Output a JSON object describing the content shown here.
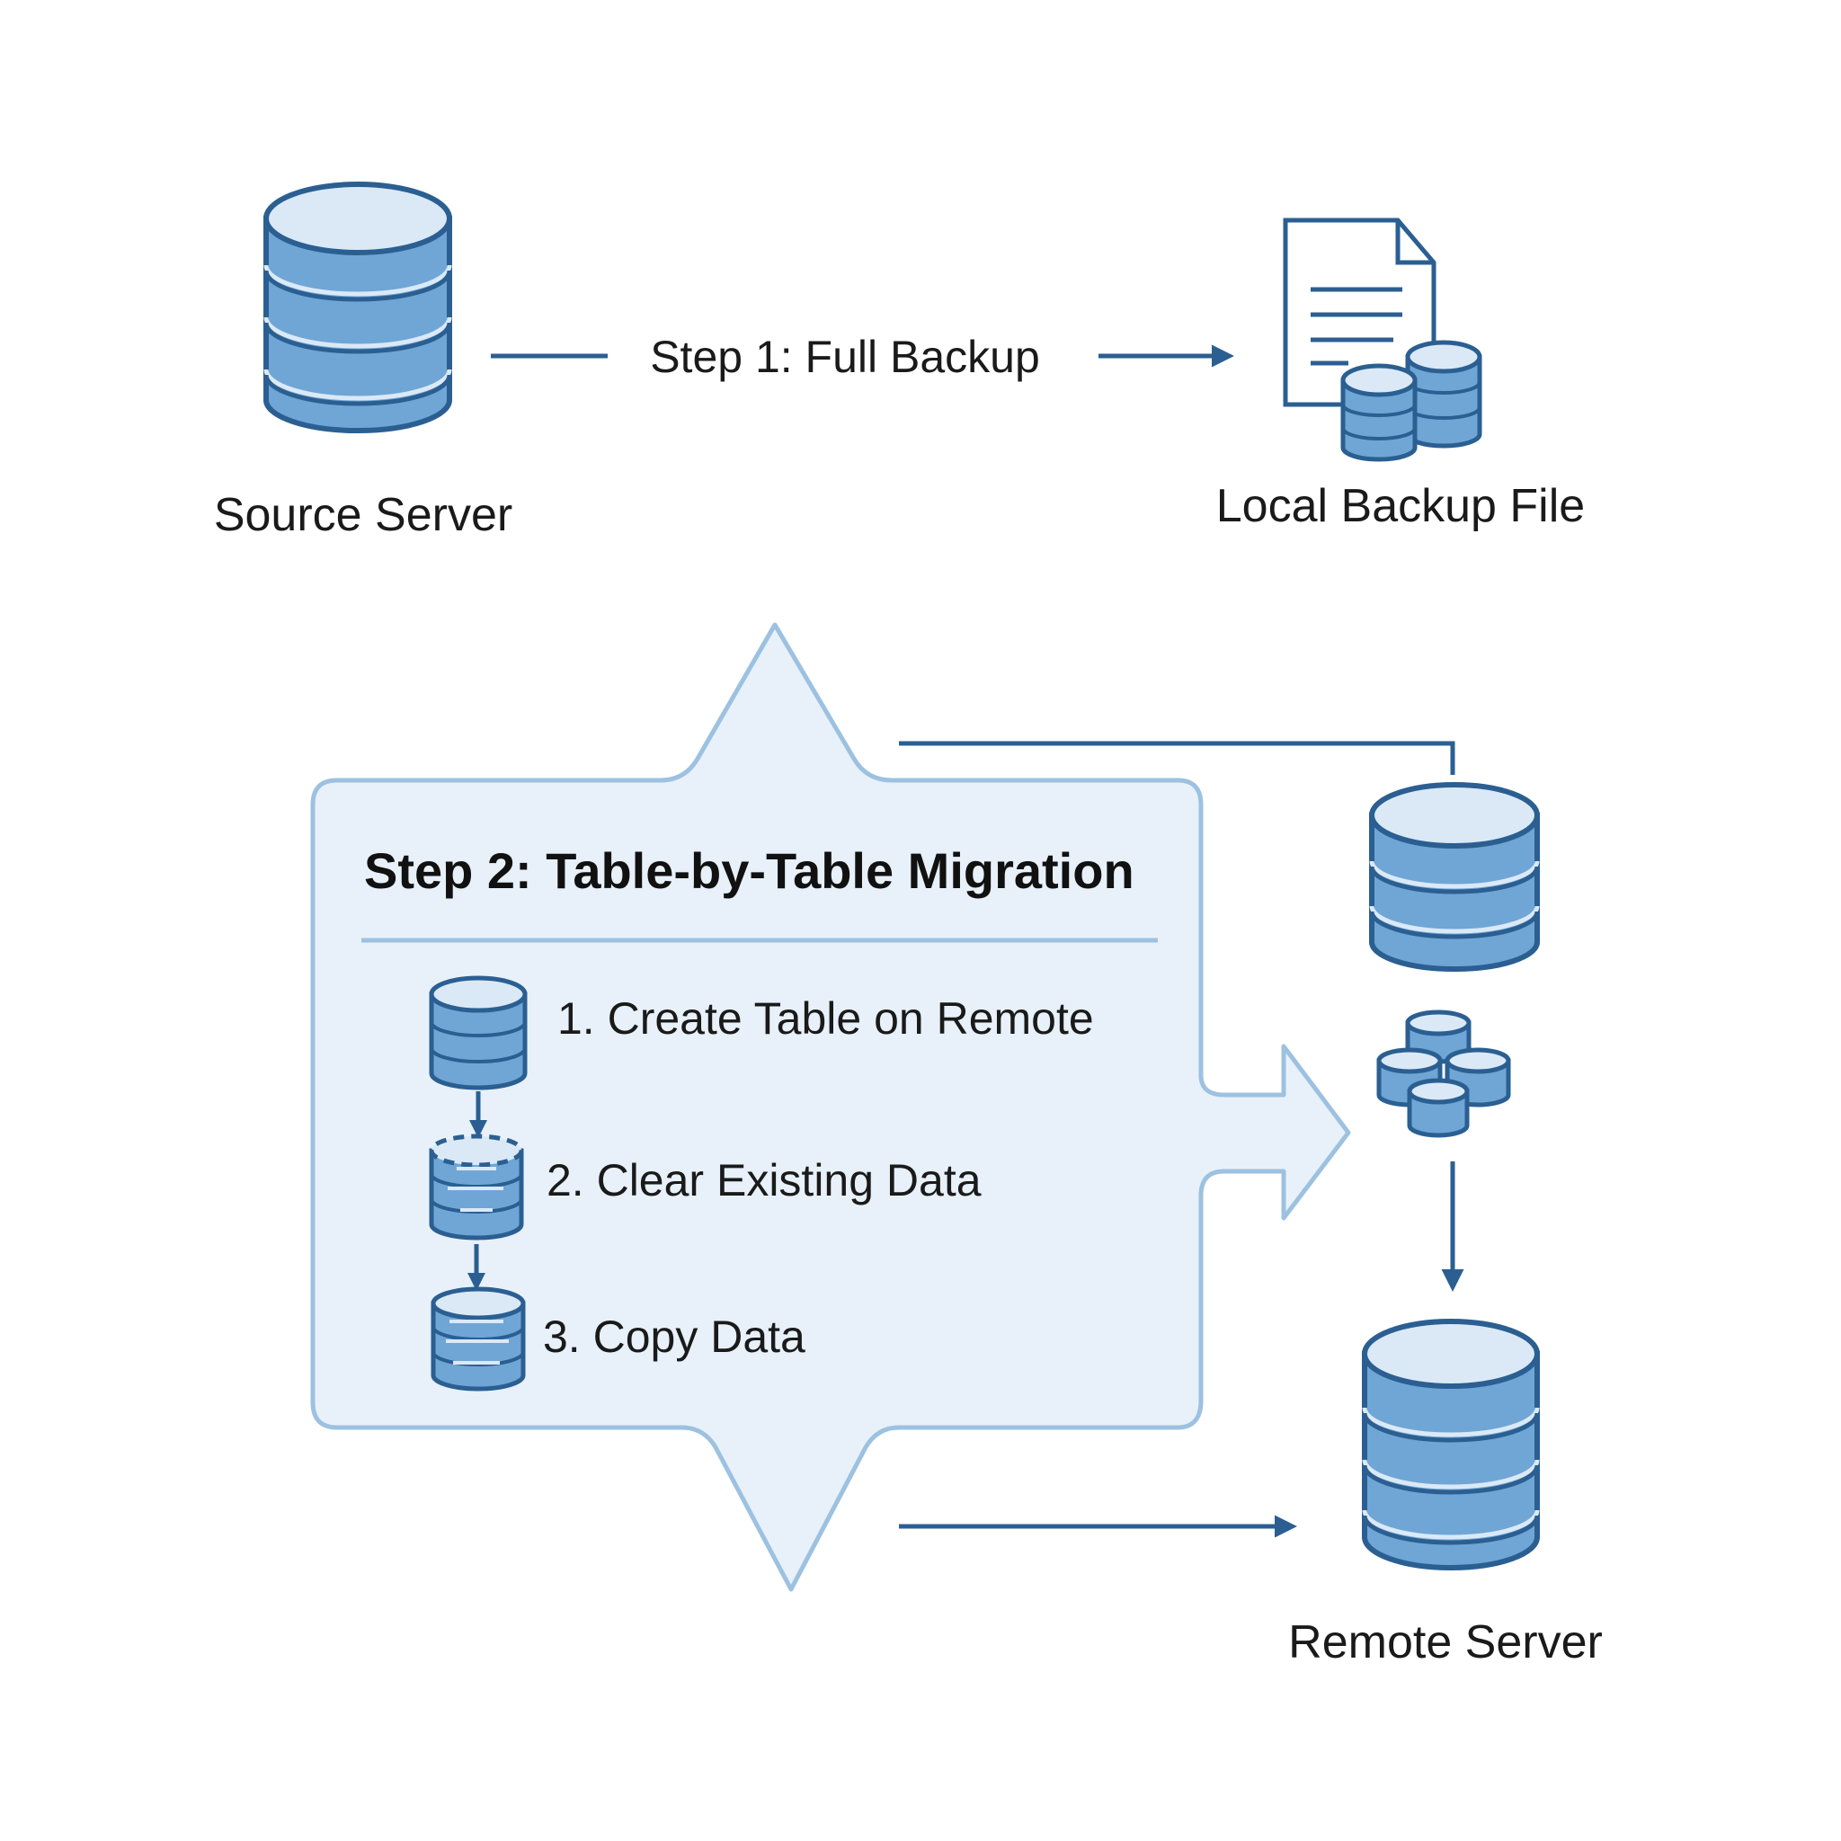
{
  "nodes": {
    "source_server": {
      "label": "Source Server"
    },
    "local_backup_file": {
      "label": "Local Backup File"
    },
    "remote_server": {
      "label": "Remote Server"
    }
  },
  "edges": {
    "step1": {
      "label": "Step 1: Full Backup"
    }
  },
  "migration_panel": {
    "title": "Step 2: Table-by-Table Migration",
    "steps": [
      {
        "label": "1. Create Table on Remote"
      },
      {
        "label": "2. Clear Existing Data"
      },
      {
        "label": "3. Copy Data"
      }
    ]
  },
  "colors": {
    "stroke_dark": "#2b5f92",
    "db_fill": "#6fa6d6",
    "db_top": "#dbe9f6",
    "panel_fill": "#e8f1f9",
    "panel_stroke": "#9dc1e0"
  }
}
